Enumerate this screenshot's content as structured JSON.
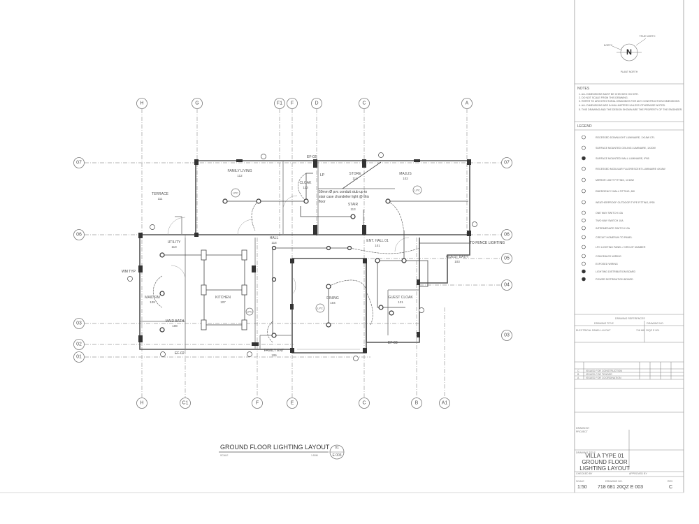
{
  "sheet": {
    "title": "GROUND FLOOR LIGHTING LAYOUT",
    "scale_label": "SCALE",
    "scale_value": "1:50M",
    "detail_no": "01",
    "sheet_ref": "E 003"
  },
  "north_arrow": {
    "letter": "N",
    "true_north": "TRUE NORTH",
    "plant_north": "PLANT NORTH",
    "left_label": "NORTH"
  },
  "grid": {
    "top": [
      "H",
      "G",
      "F1",
      "F",
      "D",
      "C",
      "A"
    ],
    "bottom": [
      "H",
      "C1",
      "F",
      "E",
      "C",
      "B",
      "A1"
    ],
    "left": [
      "07",
      "06",
      "03",
      "02",
      "01"
    ],
    "right": [
      "07",
      "06",
      "05",
      "04",
      "03"
    ]
  },
  "rooms": [
    {
      "name": "TERRACE",
      "num": "111"
    },
    {
      "name": "FAMILY LIVING",
      "num": "112"
    },
    {
      "name": "CLOAK",
      "num": "113"
    },
    {
      "name": "STORE",
      "num": "114"
    },
    {
      "name": "STAIR",
      "num": "113"
    },
    {
      "name": "MAJLIS",
      "num": "102"
    },
    {
      "name": "UTILITY",
      "num": "110"
    },
    {
      "name": "MAID RM",
      "num": "109"
    },
    {
      "name": "KITCHEN",
      "num": "107"
    },
    {
      "name": "HALL",
      "num": "118"
    },
    {
      "name": "ENT. HALL 01",
      "num": "101"
    },
    {
      "name": "GUEST BATH",
      "num": "103"
    },
    {
      "name": "DINING",
      "num": "104"
    },
    {
      "name": "GUEST CLOAK",
      "num": "121"
    },
    {
      "name": "MAID BATH",
      "num": "108"
    },
    {
      "name": "FAMILY ENT",
      "num": "106"
    }
  ],
  "annotations": {
    "stair_note_1": "50mm Ø pvc conduit stub up to",
    "stair_note_2": "stair case chandelier light @ this",
    "stair_note_3": "floor",
    "fence": "TO FENCE LIGHTING",
    "wm": "WM TYP",
    "ef02": "EF-02",
    "ef03": "EF-03",
    "ef02b": "EF-02",
    "lpc": "LPC",
    "lp": "LP"
  },
  "notes": {
    "heading": "NOTES",
    "items": [
      "1. ALL DIMENSIONS MUST BE CHECKED ON SITE.",
      "2. DO NOT SCALE FROM THIS DRAWING.",
      "3. REFER TO ARCHITECTURAL DRAWINGS FOR ANY CONSTRUCTION DIMENSIONS.",
      "4. ALL DIMENSIONS ARE IN MILLIMETERS UNLESS OTHERWISE NOTED.",
      "5. THIS DRAWING AND THE DESIGN SHOWN ARE THE PROPERTY OF THE ENGINEER."
    ]
  },
  "legend": {
    "heading": "LEGEND",
    "items": [
      "RECESSED DOWNLIGHT LUMINAIRE, 1X18W CFL",
      "SURFACE MOUNTED CEILING LUMINAIRE, 1X20W",
      "SURFACE MOUNTED WALL LUMINAIRE, IP65",
      "RECESSED MODULAR FLUORESCENT LUMINAIRE 4X18W",
      "MIRROR LIGHT FITTING, 1X18W",
      "EMERGENCY WALL FITTING, 8W",
      "WEATHERPROOF OUTDOOR TYPE FITTING, IP65",
      "ONE WAY SWITCH 10A",
      "TWO WAY SWITCH 10A",
      "INTERMEDIATE SWITCH 10A",
      "CIRCUIT HOMERUN TO PANEL",
      "LPC  LIGHTING PANEL / CIRCUIT NUMBER",
      "CONCEALED WIRING",
      "EXPOSED WIRING",
      "LIGHTING DISTRIBUTION BOARD",
      "POWER DISTRIBUTION BOARD"
    ]
  },
  "references": {
    "heading": "DRAWING REFERENCES",
    "col1": "DRAWING TITLE",
    "col2": "DRAWING NO.",
    "row1": "ELECTRICAL PANEL LAYOUT",
    "row1_no": "718 681 20QZ E 001",
    "revisions": [
      {
        "rev": "C",
        "desc": "ISSUED FOR CONSTRUCTION"
      },
      {
        "rev": "B",
        "desc": "ISSUED FOR TENDER"
      },
      {
        "rev": "A",
        "desc": "ISSUED FOR COORDINATION"
      }
    ]
  },
  "title_block": {
    "drawn_label": "DRAWN BY",
    "project_label": "PROJECT",
    "title_label": "DRAWING TITLE",
    "title_1": "VILLA TYPE 01",
    "title_2": "GROUND FLOOR",
    "title_3": "LIGHTING LAYOUT",
    "checked_label": "CHECKED BY",
    "approved_label": "APPROVED BY",
    "scale_label": "SCALE",
    "scale": "1:50",
    "drawing_no_label": "DRAWING NO.",
    "drawing_no": "718 681 20QZ E 003",
    "rev_label": "REV",
    "rev": "C"
  }
}
